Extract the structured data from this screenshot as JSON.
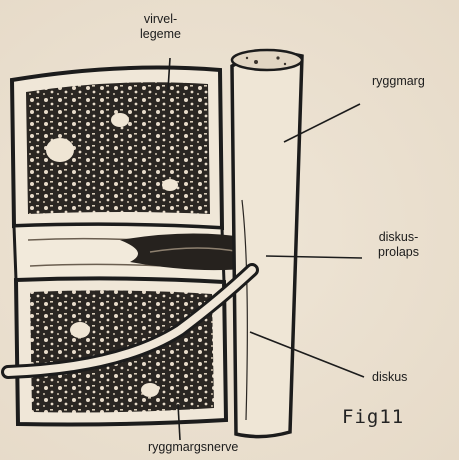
{
  "labels": {
    "vertebral_body_line1": "virvel-",
    "vertebral_body_line2": "legeme",
    "spinal_cord": "ryggmarg",
    "prolapse_line1": "diskus-",
    "prolapse_line2": "prolaps",
    "disc": "diskus",
    "nerve": "ryggmargsnerve",
    "figure_number": "Fig11"
  }
}
